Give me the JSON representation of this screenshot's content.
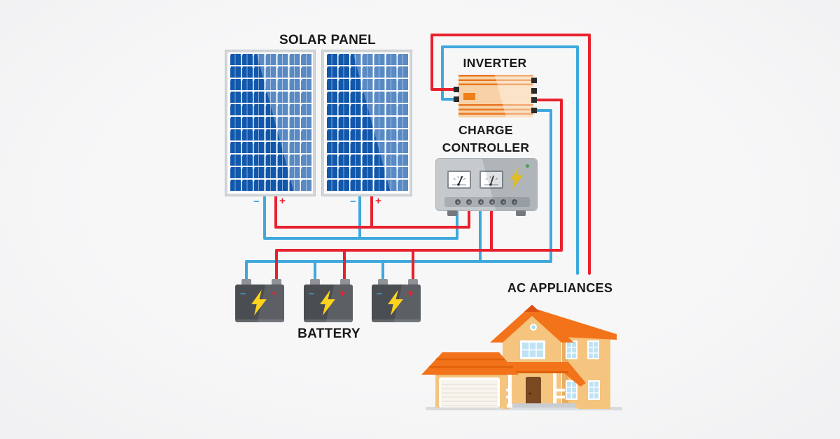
{
  "background_color": "#f6f6f7",
  "labels": {
    "solar_panel": "SOLAR PANEL",
    "inverter": "INVERTER",
    "charge_controller": "CHARGE CONTROLLER",
    "battery": "BATTERY",
    "ac_appliances": "AC APPLIANCES"
  },
  "polarity": {
    "minus": "−",
    "plus": "+"
  },
  "colors": {
    "wire_red": "#e8212e",
    "wire_blue": "#3fa8dc",
    "panel_cell_blue": "#1157ab",
    "inverter_orange": "#e87722",
    "inverter_peach": "#f8d2a6",
    "controller_gray": "#c6cacd",
    "battery_gray": "#4e5256",
    "bolt_yellow": "#ffd21e",
    "house_roof_orange": "#f3731a",
    "house_wall_tan": "#f5c47e",
    "label_black": "#1a1a1a"
  },
  "components": {
    "solar_panels": {
      "count": 2
    },
    "batteries": {
      "count": 3
    },
    "charge_controller": {
      "terminals": 6,
      "meters": 2,
      "status_led": "green"
    },
    "inverter": {
      "left_terminals": 2,
      "right_terminals": 4
    }
  },
  "connections": [
    {
      "from": "solar-panels-negative",
      "to": "charge-controller-terminal-1",
      "color": "blue"
    },
    {
      "from": "solar-panels-positive",
      "to": "charge-controller-terminal-2",
      "color": "red"
    },
    {
      "from": "battery-bank-negative",
      "to": "charge-controller-terminal-3",
      "color": "blue"
    },
    {
      "from": "battery-bank-positive",
      "to": "charge-controller-terminal-4",
      "color": "red"
    },
    {
      "from": "battery-bank-negative",
      "to": "inverter-right-terminal-4",
      "color": "blue"
    },
    {
      "from": "battery-bank-positive",
      "to": "inverter-right-terminal-3",
      "color": "red"
    },
    {
      "from": "inverter-left-terminals",
      "to": "ac-appliances-house",
      "color": "red+blue"
    }
  ]
}
